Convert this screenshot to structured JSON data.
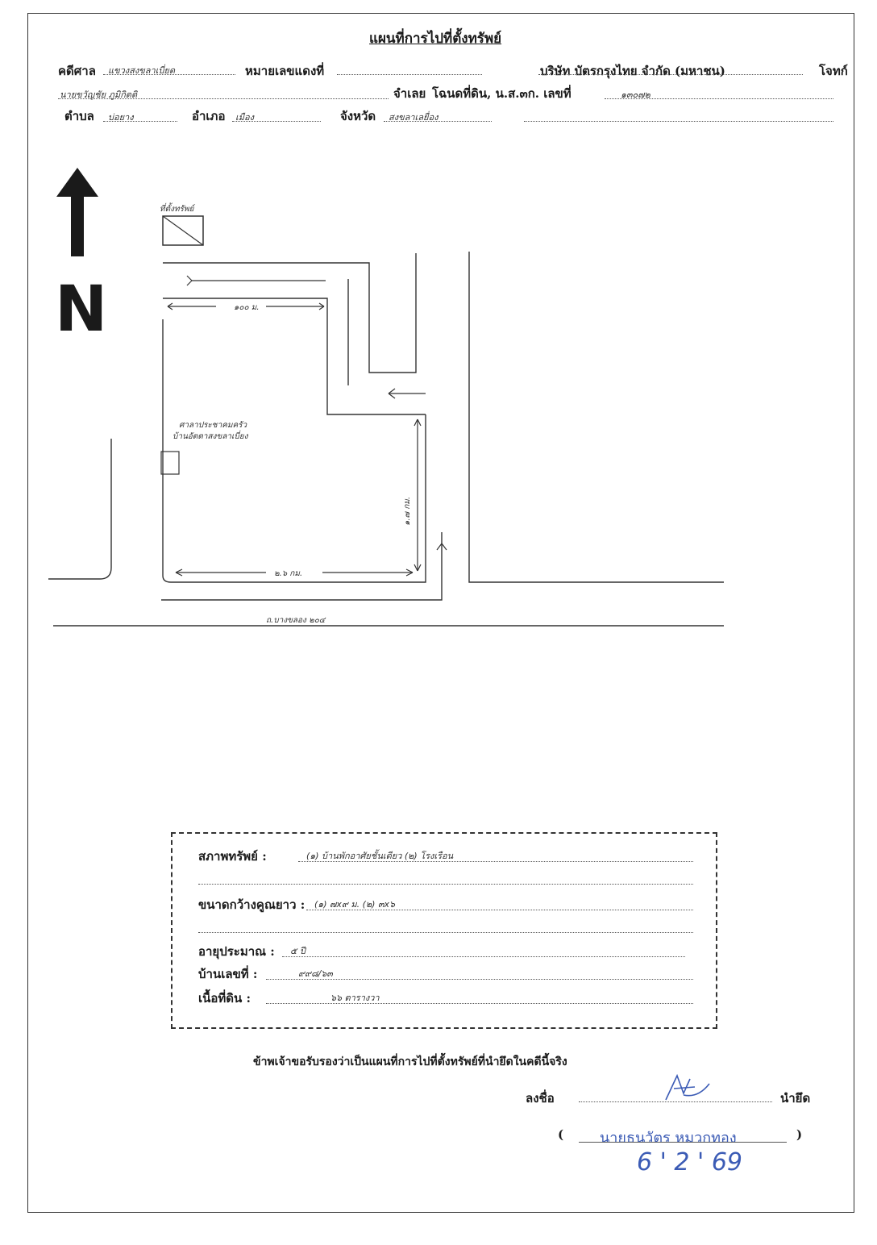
{
  "header": {
    "title": "แผนที่การไปที่ตั้งทรัพย์",
    "court_label": "คดีศาล",
    "court_value": "แขวงสงขลาเบี่ยด",
    "case_no_label": "หมายเลขแดงที่",
    "plaintiff_name": "บริษัท บัตรกรุงไทย จำกัด (มหาชน)",
    "plaintiff_label": "โจทก์",
    "defendant_name": "นายขวัญชัย ภูมิกิตติ",
    "defendant_label": "จำเลย",
    "deed_label": "โฉนดที่ดิน, น.ส.๓ก. เลขที่",
    "deed_value": "๑๓๐๗๒",
    "subdistrict_label": "ตำบล",
    "subdistrict_value": "บ่อยาง",
    "district_label": "อำเภอ",
    "district_value": "เมือง",
    "province_label": "จังหวัด",
    "province_value": "สงขลาเลยื่อง"
  },
  "map": {
    "north_label": "N",
    "landmark_top": "ที่ตั้งทรัพย์",
    "distance_top": "๑๐๐ ม.",
    "landmark_mid_1": "ศาลาประชาคมครัว",
    "landmark_mid_2": "บ้านอัตตาสงขลาเบี่ยง",
    "distance_vertical": "๑.๗ กม.",
    "distance_bottom": "๒.๖ กม.",
    "road_name": "ถ.บางขลอง ๒๐๔"
  },
  "info_box": {
    "condition_label": "สภาพทรัพย์ :",
    "condition_value": "(๑) บ้านพักอาศัยชั้นเดียว (๒) โรงเรือน",
    "size_label": "ขนาดกว้างคูณยาว :",
    "size_value": "(๑) ๗x๙ ม. (๒) ๓x๖",
    "age_label": "อายุประมาณ :",
    "age_value": "๕ ปี",
    "house_no_label": "บ้านเลขที่ :",
    "house_no_value": "๙๙๘/๖๓",
    "land_area_label": "เนื้อที่ดิน :",
    "land_area_value": "๖๖ ตารางวา"
  },
  "certification": "ข้าพเจ้าขอรับรองว่าเป็นแผนที่การไปที่ตั้งทรัพย์ที่นำยึดในคดีนี้จริง",
  "signature": {
    "sign_label": "ลงชื่อ",
    "role_label": "นำยึด",
    "open_paren": "(",
    "close_paren": ")",
    "signer_name": "นายธนวัตร หมวกทอง",
    "date": "6 ' 2 ' 69"
  },
  "colors": {
    "ink": "#1a1a1a",
    "signature_blue": "#3b5bb5"
  }
}
